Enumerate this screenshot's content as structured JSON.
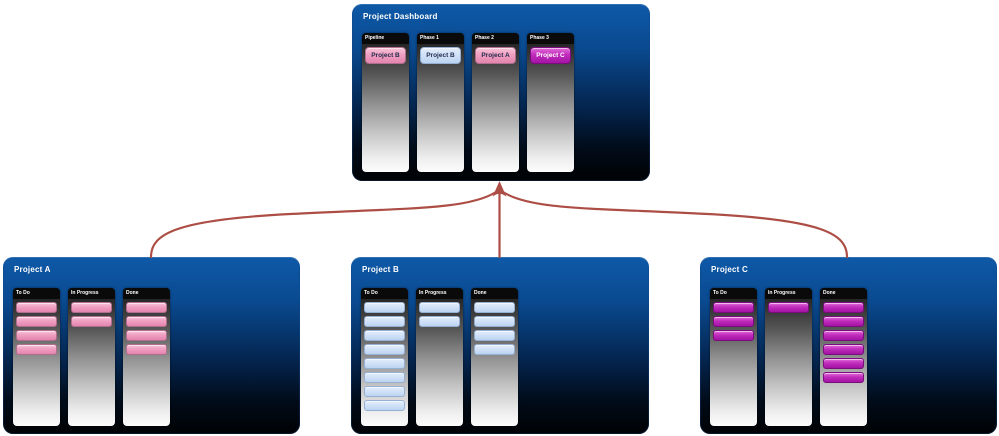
{
  "dashboard": {
    "title": "Project Dashboard",
    "columns": [
      {
        "header": "Pipeline",
        "cards": [
          {
            "label": "Project B",
            "variant": "pink"
          }
        ]
      },
      {
        "header": "Phase 1",
        "cards": [
          {
            "label": "Project B",
            "variant": "blue"
          }
        ]
      },
      {
        "header": "Phase 2",
        "cards": [
          {
            "label": "Project A",
            "variant": "pink"
          }
        ]
      },
      {
        "header": "Phase 3",
        "cards": [
          {
            "label": "Project C",
            "variant": "magenta"
          }
        ]
      }
    ]
  },
  "boards": [
    {
      "title": "Project A",
      "card_variant": "pink",
      "columns": [
        {
          "header": "To Do",
          "card_count": 4
        },
        {
          "header": "In Progress",
          "card_count": 2
        },
        {
          "header": "Done",
          "card_count": 4
        }
      ]
    },
    {
      "title": "Project B",
      "card_variant": "blue",
      "columns": [
        {
          "header": "To Do",
          "card_count": 8
        },
        {
          "header": "In Progress",
          "card_count": 2
        },
        {
          "header": "Done",
          "card_count": 4
        }
      ]
    },
    {
      "title": "Project C",
      "card_variant": "magenta",
      "columns": [
        {
          "header": "To Do",
          "card_count": 3
        },
        {
          "header": "In Progress",
          "card_count": 1
        },
        {
          "header": "Done",
          "card_count": 6
        }
      ]
    }
  ],
  "connectors": {
    "color": "#ad4e46",
    "links": [
      {
        "from": "Project A",
        "to": "Project Dashboard"
      },
      {
        "from": "Project B",
        "to": "Project Dashboard"
      },
      {
        "from": "Project C",
        "to": "Project Dashboard"
      }
    ]
  },
  "colors": {
    "board_top_blue": "#0e59a8",
    "board_bottom": "#000204",
    "column_header_bg": "#0a0a0a",
    "pink_card": "#ef9fc1",
    "blue_card": "#d2e2f8",
    "magenta_card": "#c12cbb",
    "page_background": "#ffffff"
  }
}
